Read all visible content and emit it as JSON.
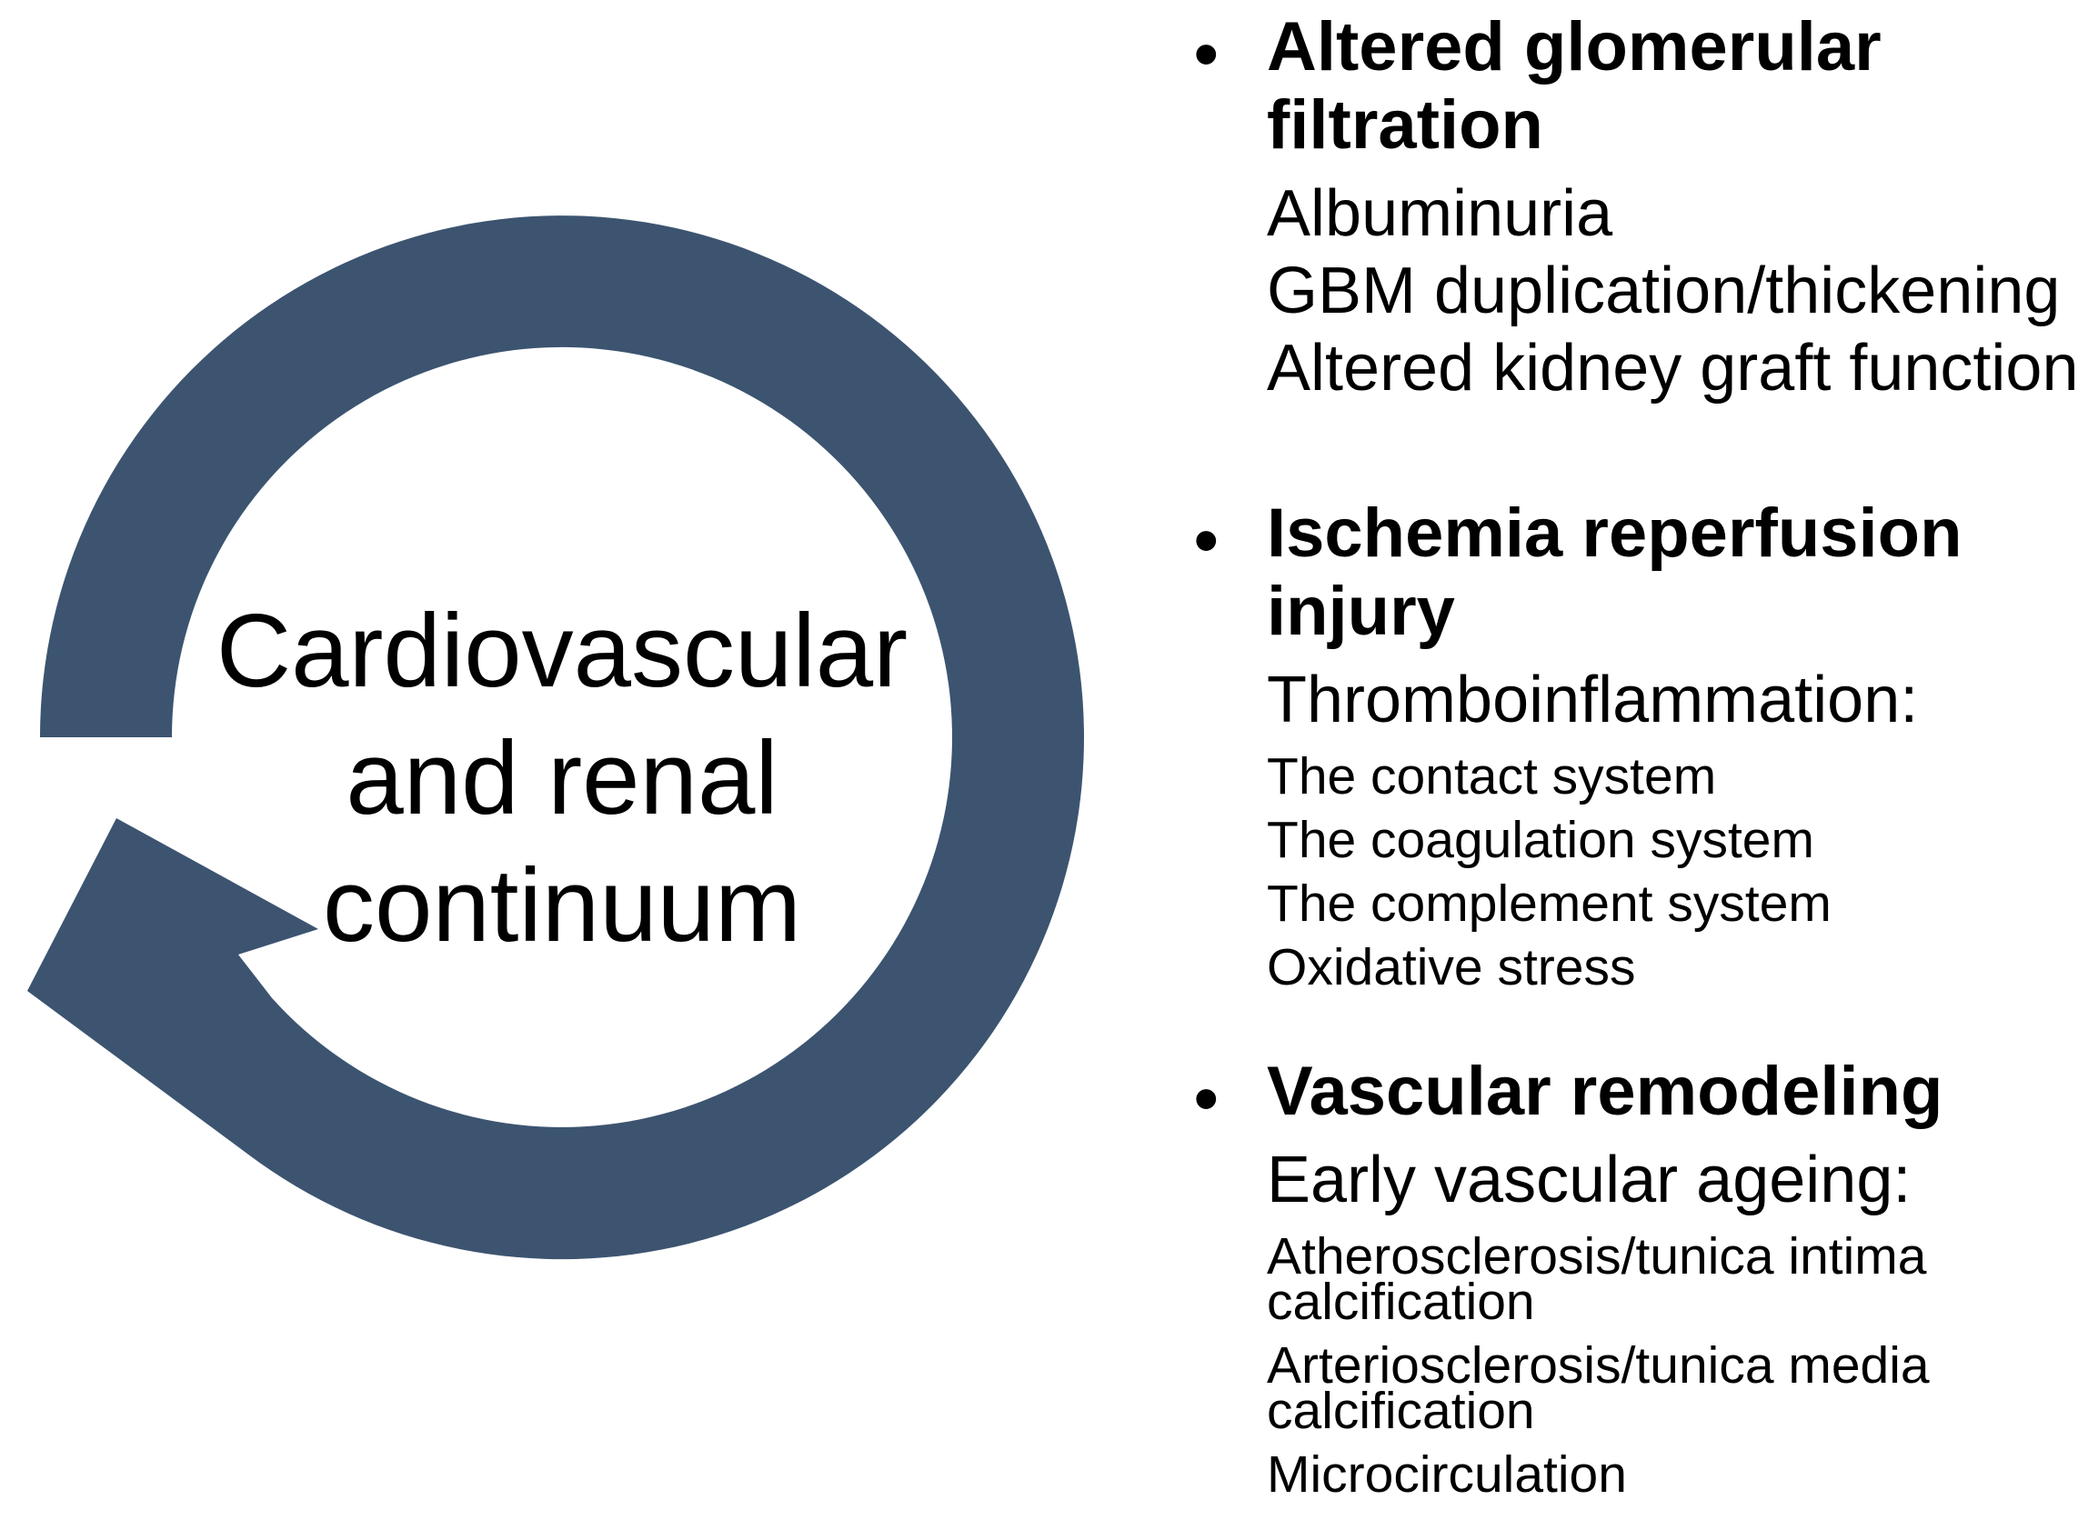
{
  "figure": {
    "ring_color": "#3c5470",
    "text_color": "#000000",
    "center_circle": {
      "label_lines": [
        "Cardiovascular",
        "and renal",
        "continuum"
      ]
    },
    "bullet_glyph": "•",
    "bullets": [
      {
        "heading_lines": [
          "Altered glomerular",
          "filtration"
        ],
        "medium_lines": [
          "Albuminuria",
          "GBM duplication/thickening",
          "Altered kidney graft function"
        ],
        "small_paragraphs": []
      },
      {
        "heading_lines": [
          "Ischemia reperfusion",
          "injury"
        ],
        "medium_lines": [
          "Thromboinflammation:"
        ],
        "small_paragraphs": [
          [
            "The contact system"
          ],
          [
            "The coagulation system"
          ],
          [
            "The complement system"
          ],
          [
            "Oxidative stress"
          ]
        ]
      },
      {
        "heading_lines": [
          "Vascular remodeling"
        ],
        "medium_lines": [
          "Early vascular ageing:"
        ],
        "small_paragraphs": [
          [
            "Atherosclerosis/tunica intima",
            "calcification"
          ],
          [
            "Arteriosclerosis/tunica media",
            "calcification"
          ],
          [
            "Microcirculation"
          ]
        ]
      }
    ]
  }
}
